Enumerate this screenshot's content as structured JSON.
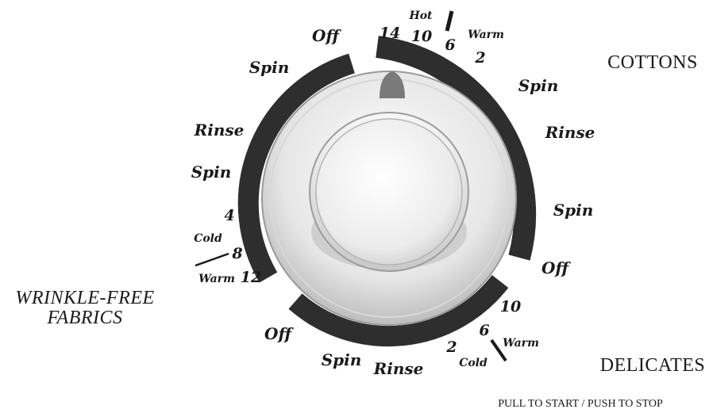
{
  "sections": {
    "cottons": "COTTONS",
    "wrinkle_free_line1": "WRINKLE-FREE",
    "wrinkle_free_line2": "FABRICS",
    "delicates": "DELICATES"
  },
  "cottons": {
    "temp_hot": "Hot",
    "temp_warm": "Warm",
    "times": [
      "14",
      "10",
      "6",
      "2"
    ],
    "cycle": [
      "Spin",
      "Rinse",
      "Spin",
      "Off"
    ]
  },
  "wrinkle_free": {
    "top_off": "Off",
    "cycle": [
      "Spin",
      "Rinse",
      "Spin"
    ],
    "times": [
      "4",
      "8",
      "12"
    ],
    "temp_cold": "Cold",
    "temp_warm": "Warm"
  },
  "delicates": {
    "times": [
      "10",
      "6",
      "2"
    ],
    "temp_warm": "Warm",
    "temp_cold": "Cold",
    "cycle": [
      "Off",
      "Spin",
      "Rinse"
    ]
  },
  "footer": "PULL TO START / PUSH TO STOP",
  "colors": {
    "arc": "#2e2e2e",
    "pointer": "#7a7a7a",
    "knob_face": "#f2f2f2"
  }
}
